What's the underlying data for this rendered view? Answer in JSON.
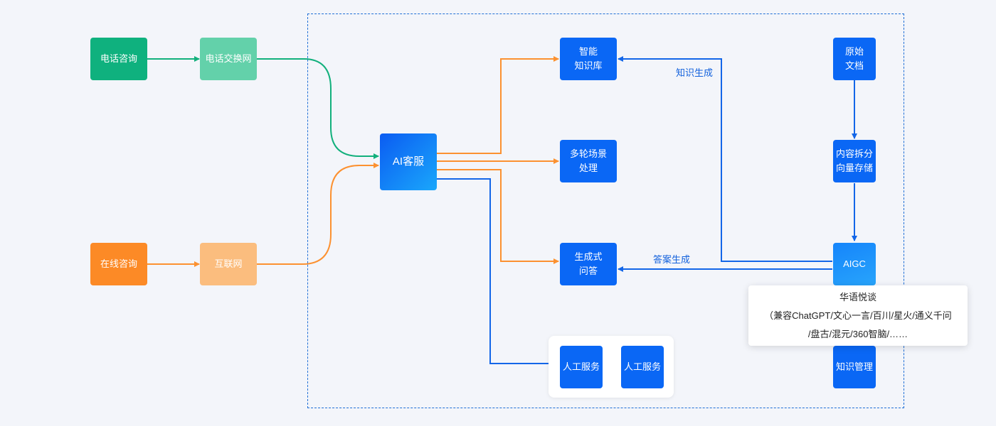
{
  "nodes": {
    "phone_consult": "电话咨询",
    "phone_exchange": "电话交换网",
    "online_consult": "在线咨询",
    "internet": "互联网",
    "ai_service": "AI客服",
    "knowledge_base": [
      "智能",
      "知识库"
    ],
    "multi_turn": [
      "多轮场景",
      "处理"
    ],
    "generative_qa": [
      "生成式",
      "问答"
    ],
    "human_service_1": "人工服务",
    "human_service_2": "人工服务",
    "original_docs": [
      "原始",
      "文档"
    ],
    "split_store": [
      "内容拆分",
      "向量存储"
    ],
    "aigc": "AIGC",
    "knowledge_mgmt": "知识管理"
  },
  "edge_labels": {
    "knowledge_gen": "知识生成",
    "answer_gen": "答案生成"
  },
  "tooltip": {
    "title": "华语悦谈",
    "line2": "（兼容ChatGPT/文心一言/百川/星火/通义千问",
    "line3": "/盘古/混元/360智脑/……"
  },
  "colors": {
    "green": "#0fb17e",
    "green_light": "#63d1aa",
    "orange": "#fc8a26",
    "orange_light": "#fbbd7e",
    "blue": "#0a67f5",
    "connector_green": "#12b07c",
    "connector_orange": "#fc9130",
    "connector_blue": "#1366e8",
    "frame_border": "#1f6fd6",
    "background": "#f3f5fa"
  }
}
